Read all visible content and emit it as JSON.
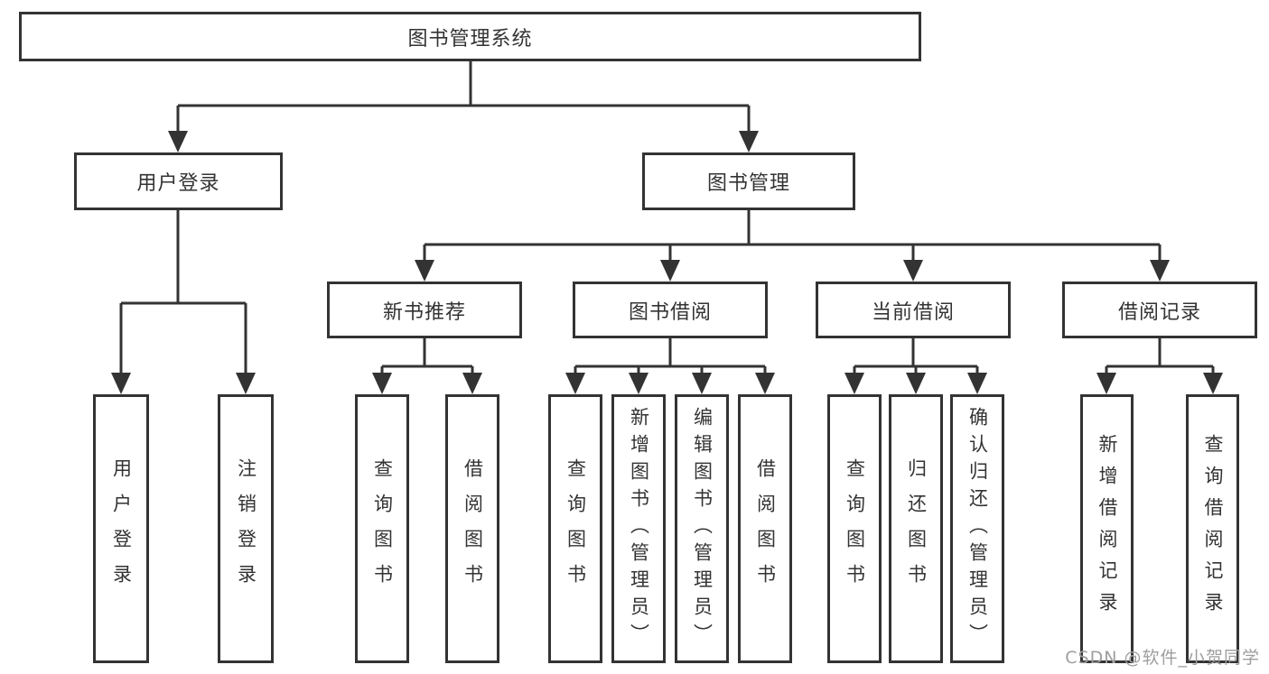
{
  "colors": {
    "background": "#ffffff",
    "line": "#333333",
    "text": "#333333",
    "watermark": "#9e9e9e"
  },
  "watermark": {
    "text": "CSDN @软件_小贺同学"
  },
  "tree": {
    "root": "图书管理系统",
    "branches": [
      {
        "label": "用户登录",
        "children": [
          "用户登录",
          "注销登录"
        ]
      },
      {
        "label": "图书管理",
        "groups": [
          {
            "label": "新书推荐",
            "children": [
              "查询图书",
              "借阅图书"
            ]
          },
          {
            "label": "图书借阅",
            "children": [
              "查询图书",
              "新增图书（管理员）",
              "编辑图书（管理员）",
              "借阅图书"
            ]
          },
          {
            "label": "当前借阅",
            "children": [
              "查询图书",
              "归还图书",
              "确认归还（管理员）"
            ]
          },
          {
            "label": "借阅记录",
            "children": [
              "新增借阅记录",
              "查询借阅记录"
            ]
          }
        ]
      }
    ]
  }
}
